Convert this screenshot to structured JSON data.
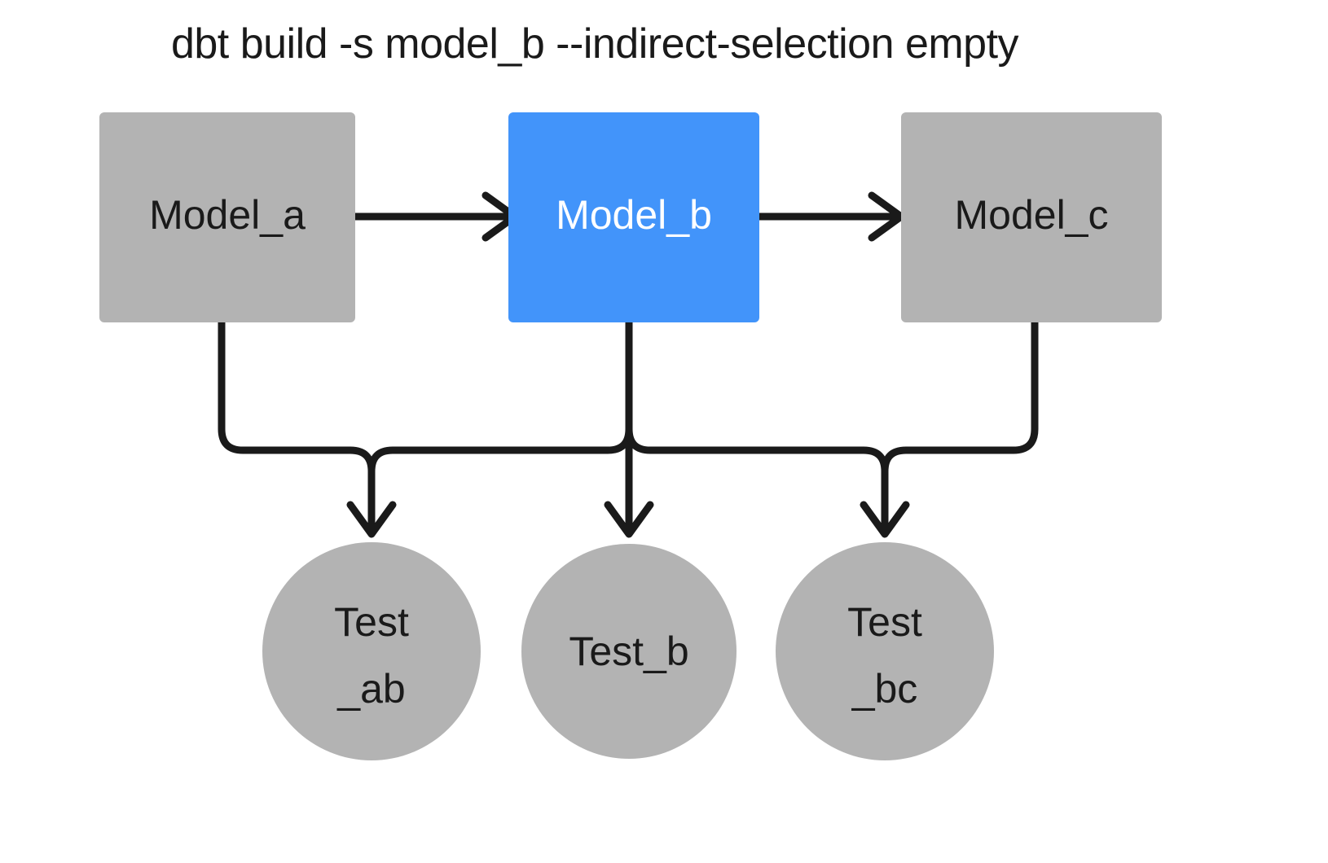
{
  "title": "dbt build -s model_b --indirect-selection empty",
  "colors": {
    "node_default": "#b3b3b3",
    "node_selected": "#4294fa",
    "edge": "#1a1a1a",
    "label_default": "#1a1a1a",
    "label_on_accent": "#ffffff",
    "background": "#ffffff"
  },
  "nodes": {
    "models": [
      {
        "id": "model_a",
        "label": "Model_a",
        "shape": "rectangle",
        "state": "unselected",
        "fill": "#b3b3b3",
        "text_color": "#1a1a1a"
      },
      {
        "id": "model_b",
        "label": "Model_b",
        "shape": "rectangle",
        "state": "selected",
        "fill": "#4294fa",
        "text_color": "#ffffff"
      },
      {
        "id": "model_c",
        "label": "Model_c",
        "shape": "rectangle",
        "state": "unselected",
        "fill": "#b3b3b3",
        "text_color": "#1a1a1a"
      }
    ],
    "tests": [
      {
        "id": "test_ab",
        "label": "Test_ab",
        "line1": "Test",
        "line2": "_ab",
        "shape": "circle",
        "state": "unselected",
        "fill": "#b3b3b3",
        "text_color": "#1a1a1a"
      },
      {
        "id": "test_b",
        "label": "Test_b",
        "line1": "Test_b",
        "line2": "",
        "shape": "circle",
        "state": "unselected",
        "fill": "#b3b3b3",
        "text_color": "#1a1a1a"
      },
      {
        "id": "test_bc",
        "label": "Test_bc",
        "line1": "Test",
        "line2": "_bc",
        "shape": "circle",
        "state": "unselected",
        "fill": "#b3b3b3",
        "text_color": "#1a1a1a"
      }
    ]
  },
  "edges": [
    {
      "from": "model_a",
      "to": "model_b",
      "style": "straight-arrow"
    },
    {
      "from": "model_b",
      "to": "model_c",
      "style": "straight-arrow"
    },
    {
      "from": "model_a",
      "to": "test_ab",
      "style": "orthogonal-arrow"
    },
    {
      "from": "model_b",
      "to": "test_ab",
      "style": "orthogonal-arrow"
    },
    {
      "from": "model_b",
      "to": "test_b",
      "style": "straight-arrow"
    },
    {
      "from": "model_b",
      "to": "test_bc",
      "style": "orthogonal-arrow"
    },
    {
      "from": "model_c",
      "to": "test_bc",
      "style": "orthogonal-arrow"
    }
  ]
}
